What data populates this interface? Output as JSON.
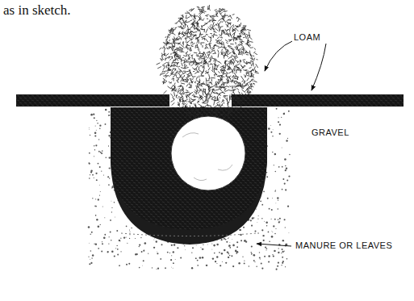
{
  "diagram": {
    "labels": [
      "as in sketch.",
      "LOAM",
      "GRAVEL",
      "MANURE OR LEAVES"
    ]
  }
}
